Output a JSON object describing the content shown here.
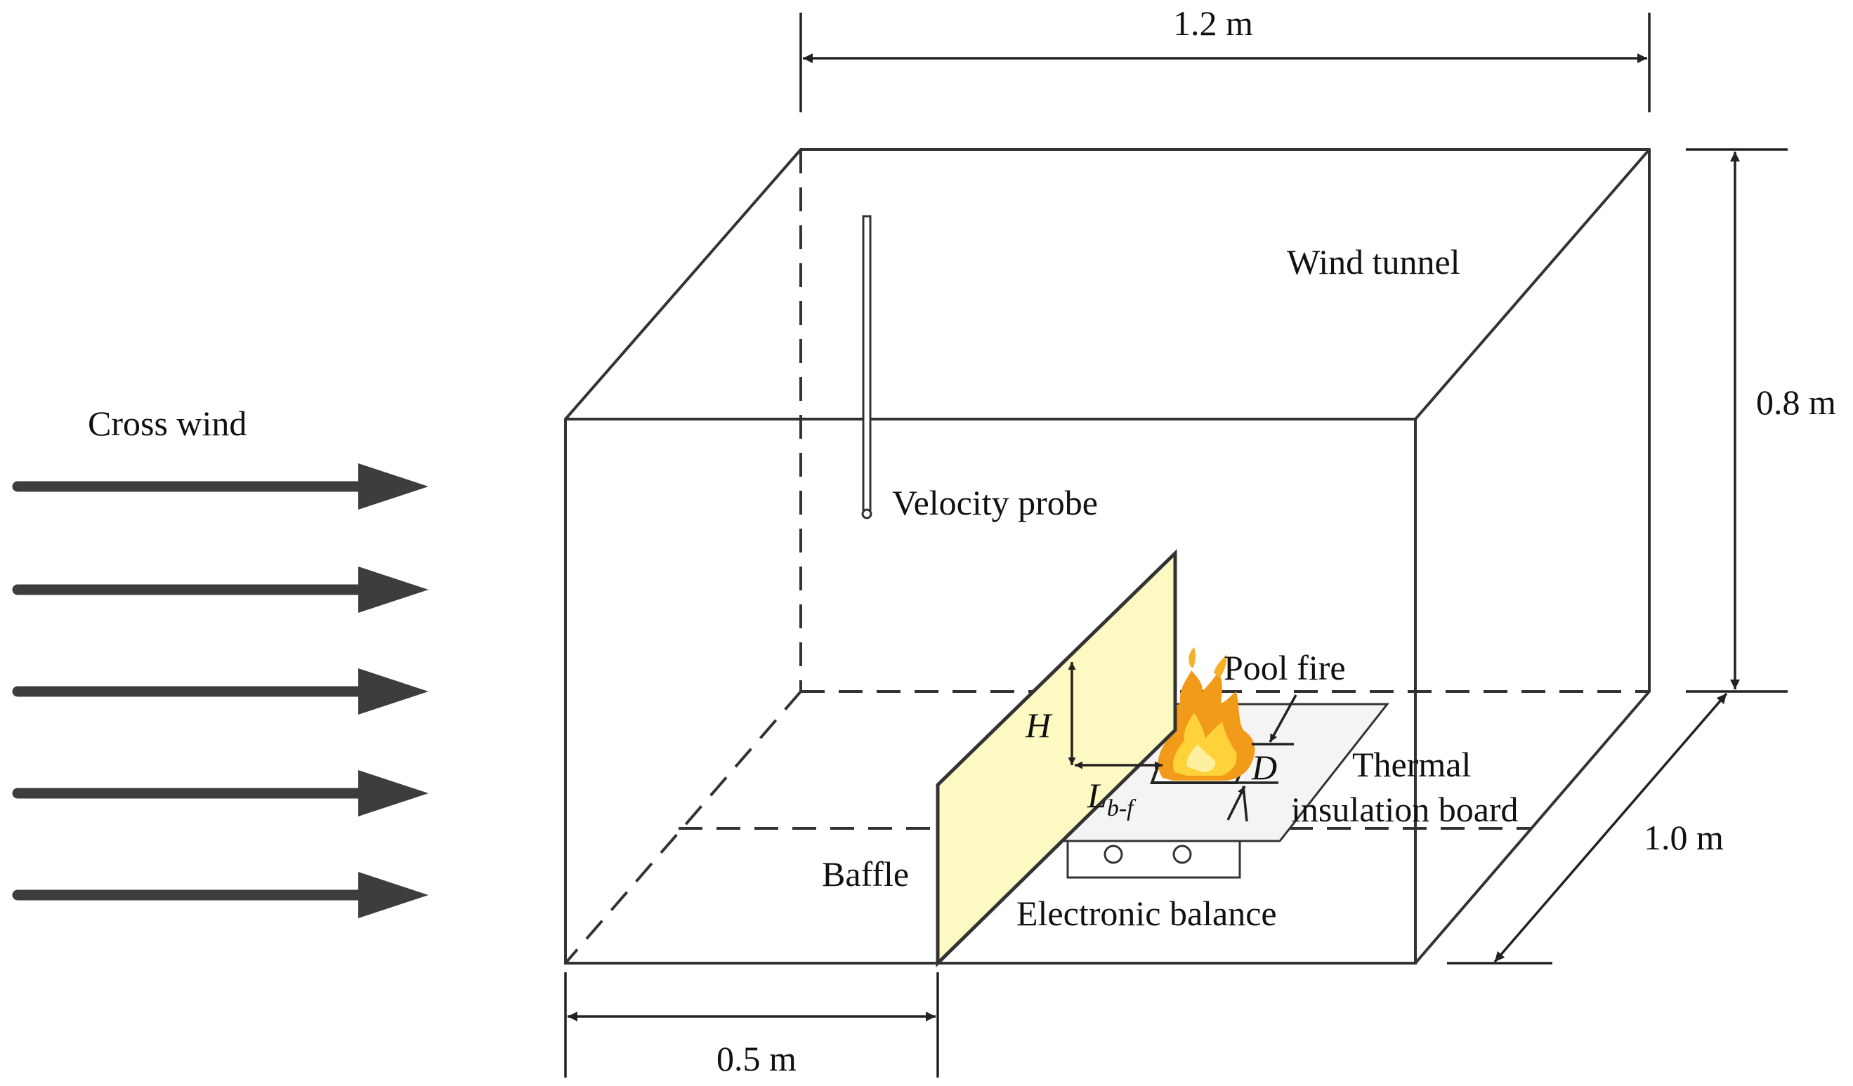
{
  "labels": {
    "cross_wind": "Cross wind",
    "wind_tunnel": "Wind tunnel",
    "velocity_probe": "Velocity probe",
    "pool_fire": "Pool fire",
    "thermal": "Thermal",
    "insulation_board": "insulation board",
    "baffle": "Baffle",
    "electronic_balance": "Electronic balance"
  },
  "variables": {
    "H": "H",
    "D": "D",
    "L": "L",
    "L_sub": "b-f"
  },
  "dimensions": {
    "length": "1.2 m",
    "height": "0.8 m",
    "depth": "1.0 m",
    "baffle_distance": "0.5 m"
  },
  "colors": {
    "baffle_fill": "#FCF9C2",
    "lines": "#333333",
    "wind_arrows": "#3d3d3d",
    "flame_outer": "#F29A1A",
    "flame_inner": "#FFD23A"
  }
}
